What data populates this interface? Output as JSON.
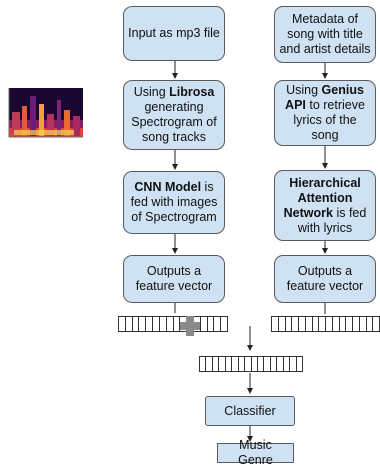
{
  "left_column": {
    "input": "Input as mp3 file",
    "librosa": {
      "pre": "Using ",
      "strong": "Librosa",
      "post": " generating Spectrogram of song tracks"
    },
    "cnn": {
      "strong": "CNN Model",
      "post": " is fed with images of Spectrogram"
    },
    "output": "Outputs a feature vector"
  },
  "right_column": {
    "metadata": "Metadata of song with title and artist details",
    "genius": {
      "pre": "Using ",
      "strong": "Genius API",
      "post": " to retrieve lyrics of the song"
    },
    "han": {
      "strong": "Hierarchical Attention Network",
      "post": " is fed with lyrics"
    },
    "output": "Outputs a feature vector"
  },
  "classifier": "Classifier",
  "result": "Music Genre",
  "colors": {
    "box_fill": "#cfe2f3",
    "box_border": "#5a5a5a",
    "plus": "#8a8a8a"
  },
  "icons": {
    "spectrogram": "spectrogram-image",
    "combine": "plus-icon"
  }
}
